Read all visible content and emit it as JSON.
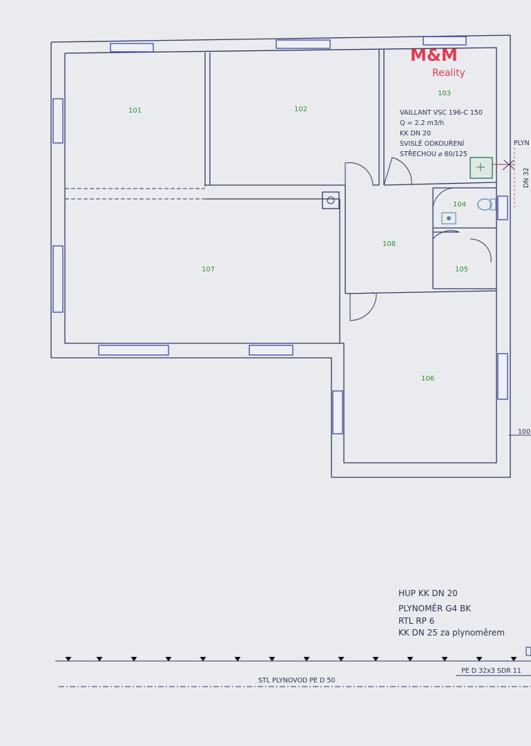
{
  "logo": {
    "brand": "M&M",
    "sub": "Reality"
  },
  "rooms": {
    "r101": "101",
    "r102": "102",
    "r103": "103",
    "r104": "104",
    "r105": "105",
    "r106": "106",
    "r107": "107",
    "r108": "108"
  },
  "boiler_note": [
    "VAILLANT VSC 196-C 150",
    "Q = 2.2 m3/h",
    "KK DN 20",
    "SVISLÉ ODKOUŘENÍ",
    "STŘECHOU ⌀ 80/125"
  ],
  "edge_labels": {
    "plyn": "PLYN",
    "dn32": "DN 32",
    "dim100": "100"
  },
  "gas_note": [
    "HUP KK DN 20",
    "PLYNOMĚR G4 BK",
    "RTL RP 6",
    "KK DN 25 za plynoměrem"
  ],
  "pipes": {
    "pe_d32": "PE D 32x3 SDR 11",
    "stl": "STL PLYNOVOD PE D 50"
  }
}
